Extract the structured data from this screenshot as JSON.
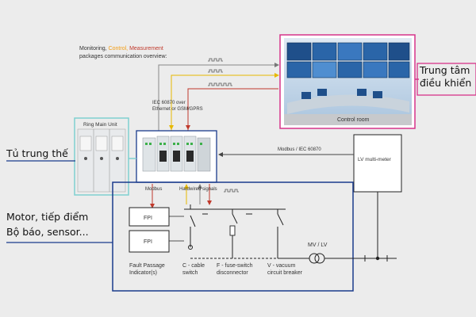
{
  "header": {
    "line1_part1": "Monitoring,",
    "line1_part2": "Control,",
    "line1_part3": "Measurement",
    "line2": "packages communication overview:"
  },
  "control_room": {
    "caption": "Control room",
    "label_line1": "Trung tâm",
    "label_line2": "điều khiển"
  },
  "iec_note": {
    "line1": "IEC 60870 over",
    "line2": "Ethernet or GSM/GPRS"
  },
  "rmu": {
    "title": "Ring Main Unit"
  },
  "labels": {
    "medium_voltage_cabinet": "Tủ trung thế",
    "motor_line1": "Motor, tiếp điểm",
    "motor_line2": "Bộ báo, sensor..."
  },
  "connections": {
    "modbus_iec": "Modbus / IEC 60870",
    "modbus": "Modbus",
    "hardwired": "Hardwired signals"
  },
  "lv_meter": {
    "label": "LV multi-meter"
  },
  "fpi": {
    "top": "FPI",
    "bottom": "FPI"
  },
  "components": {
    "fpi_line1": "Fault Passage",
    "fpi_line2": "Indicator(s)",
    "c_line1": "C - cable",
    "c_line2": "switch",
    "f_line1": "F - fuse-switch",
    "f_line2": "disconnector",
    "v_line1": "V - vacuum",
    "v_line2": "circuit breaker"
  },
  "transformer": {
    "label": "MV / LV"
  },
  "colors": {
    "accent_pink": "#d6338a",
    "frame_blue": "#1a3b8c",
    "rmu_teal": "#7ed0d0",
    "arrow_red": "#c0392b",
    "arrow_yellow": "#e6b800",
    "arrow_gray": "#888888",
    "control_orange": "#f39c12"
  }
}
